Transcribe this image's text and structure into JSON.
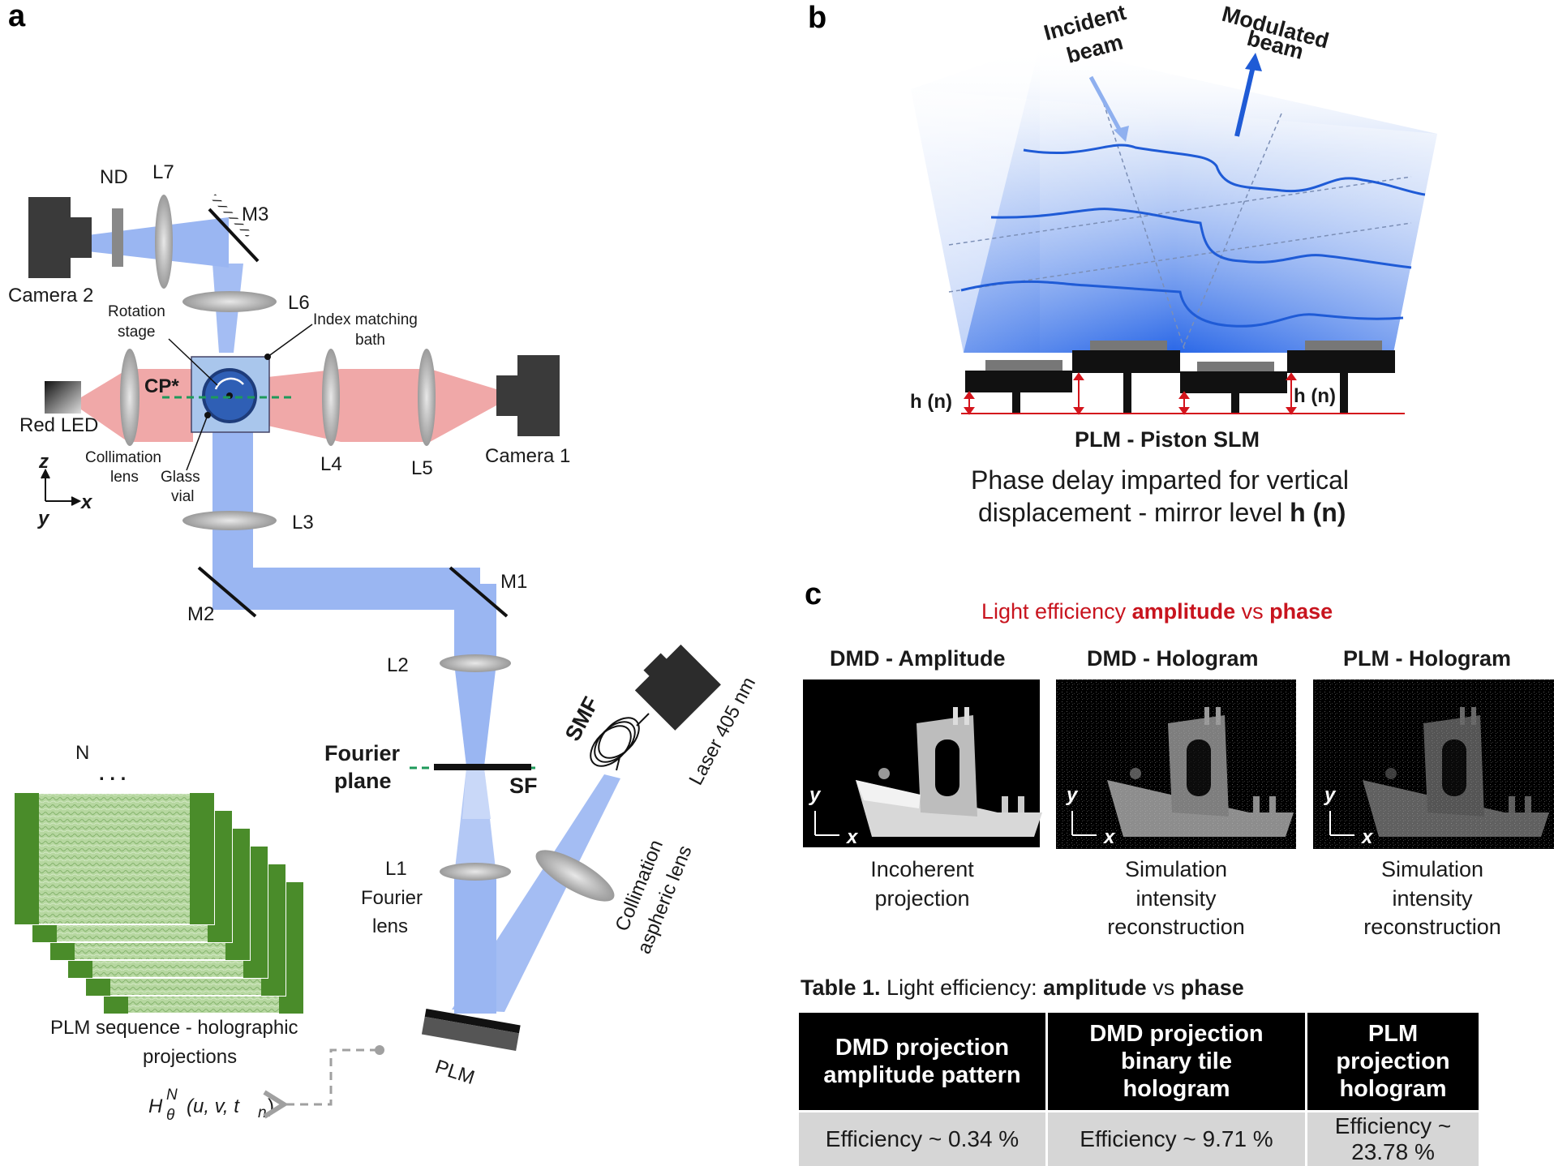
{
  "panel_a": {
    "letter": "a",
    "labels": {
      "nd": "ND",
      "l7": "L7",
      "m3": "M3",
      "camera2": "Camera 2",
      "l6": "L6",
      "rotation_stage_1": "Rotation",
      "rotation_stage_2": "stage",
      "index_bath_1": "Index matching",
      "index_bath_2": "bath",
      "cp": "CP*",
      "red_led": "Red LED",
      "collimation_lens_1": "Collimation",
      "collimation_lens_2": "lens",
      "glass_vial_1": "Glass",
      "glass_vial_2": "vial",
      "l4": "L4",
      "l5": "L5",
      "camera1": "Camera 1",
      "l3": "L3",
      "m2": "M2",
      "m1": "M1",
      "l2": "L2",
      "axis_z": "z",
      "axis_x": "x",
      "axis_y": "y",
      "fourier_plane_1": "Fourier",
      "fourier_plane_2": "plane",
      "sf": "SF",
      "smf": "SMF",
      "laser": "Laser 405 nm",
      "l1": "L1",
      "fourier_lens_1": "Fourier",
      "fourier_lens_2": "lens",
      "collimation_aspheric_1": "Collimation",
      "collimation_aspheric_2": "aspheric lens",
      "plm": "PLM",
      "n": "N",
      "plm_sequence_1": "PLM sequence - holographic",
      "plm_sequence_2": "projections",
      "hologram_func_H": "H",
      "hologram_func_sup": "N",
      "hologram_func_sub": "θ",
      "hologram_func_args": "(u, v, t",
      "hologram_func_n": "n",
      "hologram_func_close": ")"
    },
    "colors": {
      "laser_beam": "#9ab6f2",
      "red_beam": "#f0a8a8",
      "bath": "#a9c6ec",
      "vial": "#2f5fb5",
      "green_frame": "#4a8c2a"
    }
  },
  "panel_b": {
    "letter": "b",
    "incident_1": "Incident",
    "incident_2": "beam",
    "modulated_1": "Modulated",
    "modulated_2": "beam",
    "h_left": "h (n)",
    "h_right": "h (n)",
    "title": "PLM - Piston SLM",
    "caption_1": "Phase delay imparted for vertical",
    "caption_2_pre": "displacement - mirror level ",
    "caption_2_bold": "h (n)"
  },
  "panel_c": {
    "letter": "c",
    "headline_pre": "Light efficiency ",
    "headline_b1": "amplitude",
    "headline_mid": " vs ",
    "headline_b2": "phase",
    "images": [
      {
        "title": "DMD - Amplitude",
        "caption_1": "Incoherent",
        "caption_2": "projection",
        "caption_3": ""
      },
      {
        "title": "DMD - Hologram",
        "caption_1": "Simulation",
        "caption_2": "intensity",
        "caption_3": "reconstruction"
      },
      {
        "title": "PLM - Hologram",
        "caption_1": "Simulation",
        "caption_2": "intensity",
        "caption_3": "reconstruction"
      }
    ],
    "axis_y": "y",
    "axis_x": "x"
  },
  "table": {
    "caption_pre": "Table 1.",
    "caption_text": " Light efficiency: ",
    "caption_b1": "amplitude",
    "caption_mid": " vs ",
    "caption_b2": "phase",
    "headers": [
      [
        "DMD projection",
        "amplitude pattern"
      ],
      [
        "DMD  projection",
        "binary tile",
        "hologram"
      ],
      [
        "PLM projection",
        "hologram"
      ]
    ],
    "values": [
      "Efficiency ~ 0.34 %",
      "Efficiency ~ 9.71 %",
      "Efficiency ~ 23.78 %"
    ]
  }
}
